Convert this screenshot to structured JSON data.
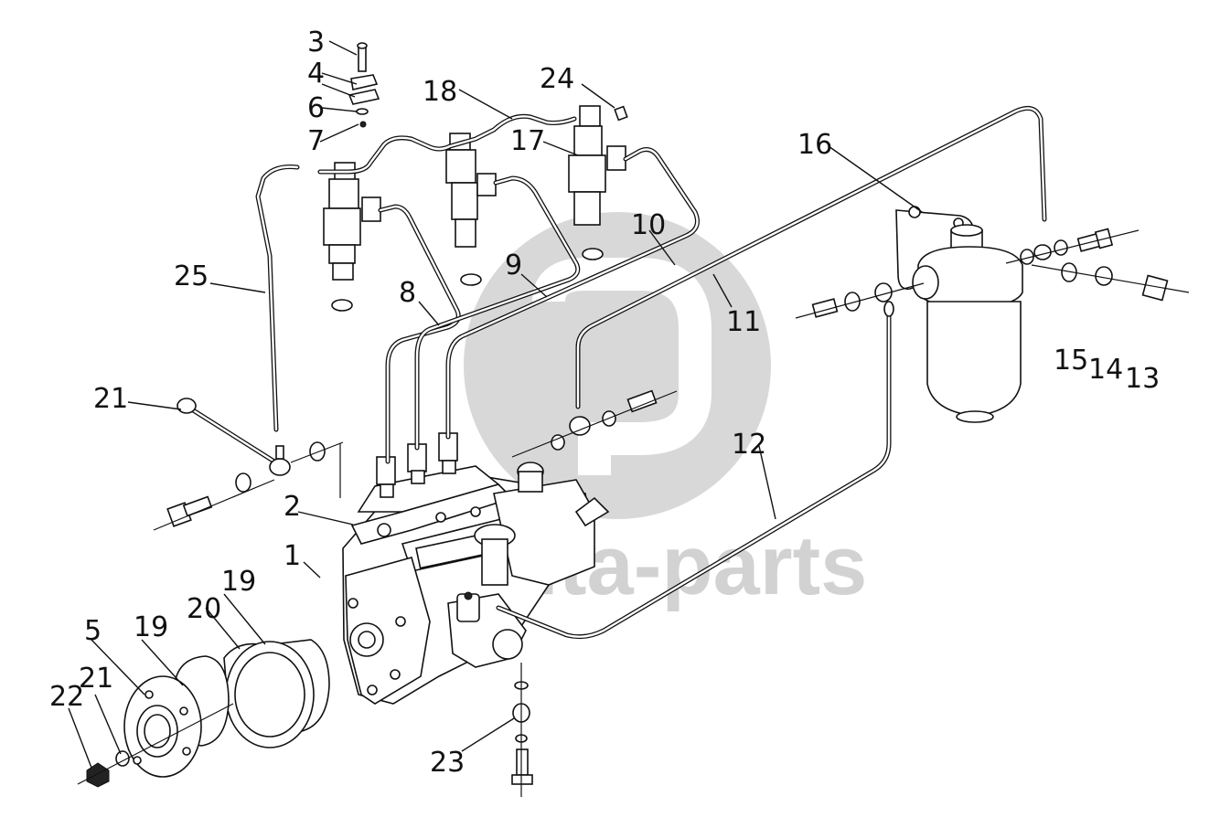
{
  "watermark": {
    "brand_text": "delta-parts",
    "color": "#d2d2d2"
  },
  "callouts": [
    {
      "id": "c1",
      "label": "1"
    },
    {
      "id": "c2",
      "label": "2"
    },
    {
      "id": "c3",
      "label": "3"
    },
    {
      "id": "c4",
      "label": "4"
    },
    {
      "id": "c5",
      "label": "5"
    },
    {
      "id": "c6",
      "label": "6"
    },
    {
      "id": "c7",
      "label": "7"
    },
    {
      "id": "c8",
      "label": "8"
    },
    {
      "id": "c9",
      "label": "9"
    },
    {
      "id": "c10",
      "label": "10"
    },
    {
      "id": "c11",
      "label": "11"
    },
    {
      "id": "c12",
      "label": "12"
    },
    {
      "id": "c13",
      "label": "13"
    },
    {
      "id": "c14",
      "label": "14"
    },
    {
      "id": "c15",
      "label": "15"
    },
    {
      "id": "c16",
      "label": "16"
    },
    {
      "id": "c17",
      "label": "17"
    },
    {
      "id": "c18",
      "label": "18"
    },
    {
      "id": "c19a",
      "label": "19"
    },
    {
      "id": "c19b",
      "label": "19"
    },
    {
      "id": "c20",
      "label": "20"
    },
    {
      "id": "c21",
      "label": "21"
    },
    {
      "id": "c22",
      "label": "22"
    },
    {
      "id": "c23",
      "label": "23"
    },
    {
      "id": "c24",
      "label": "24"
    },
    {
      "id": "c25",
      "label": "25"
    },
    {
      "id": "c26",
      "label": "26"
    }
  ]
}
